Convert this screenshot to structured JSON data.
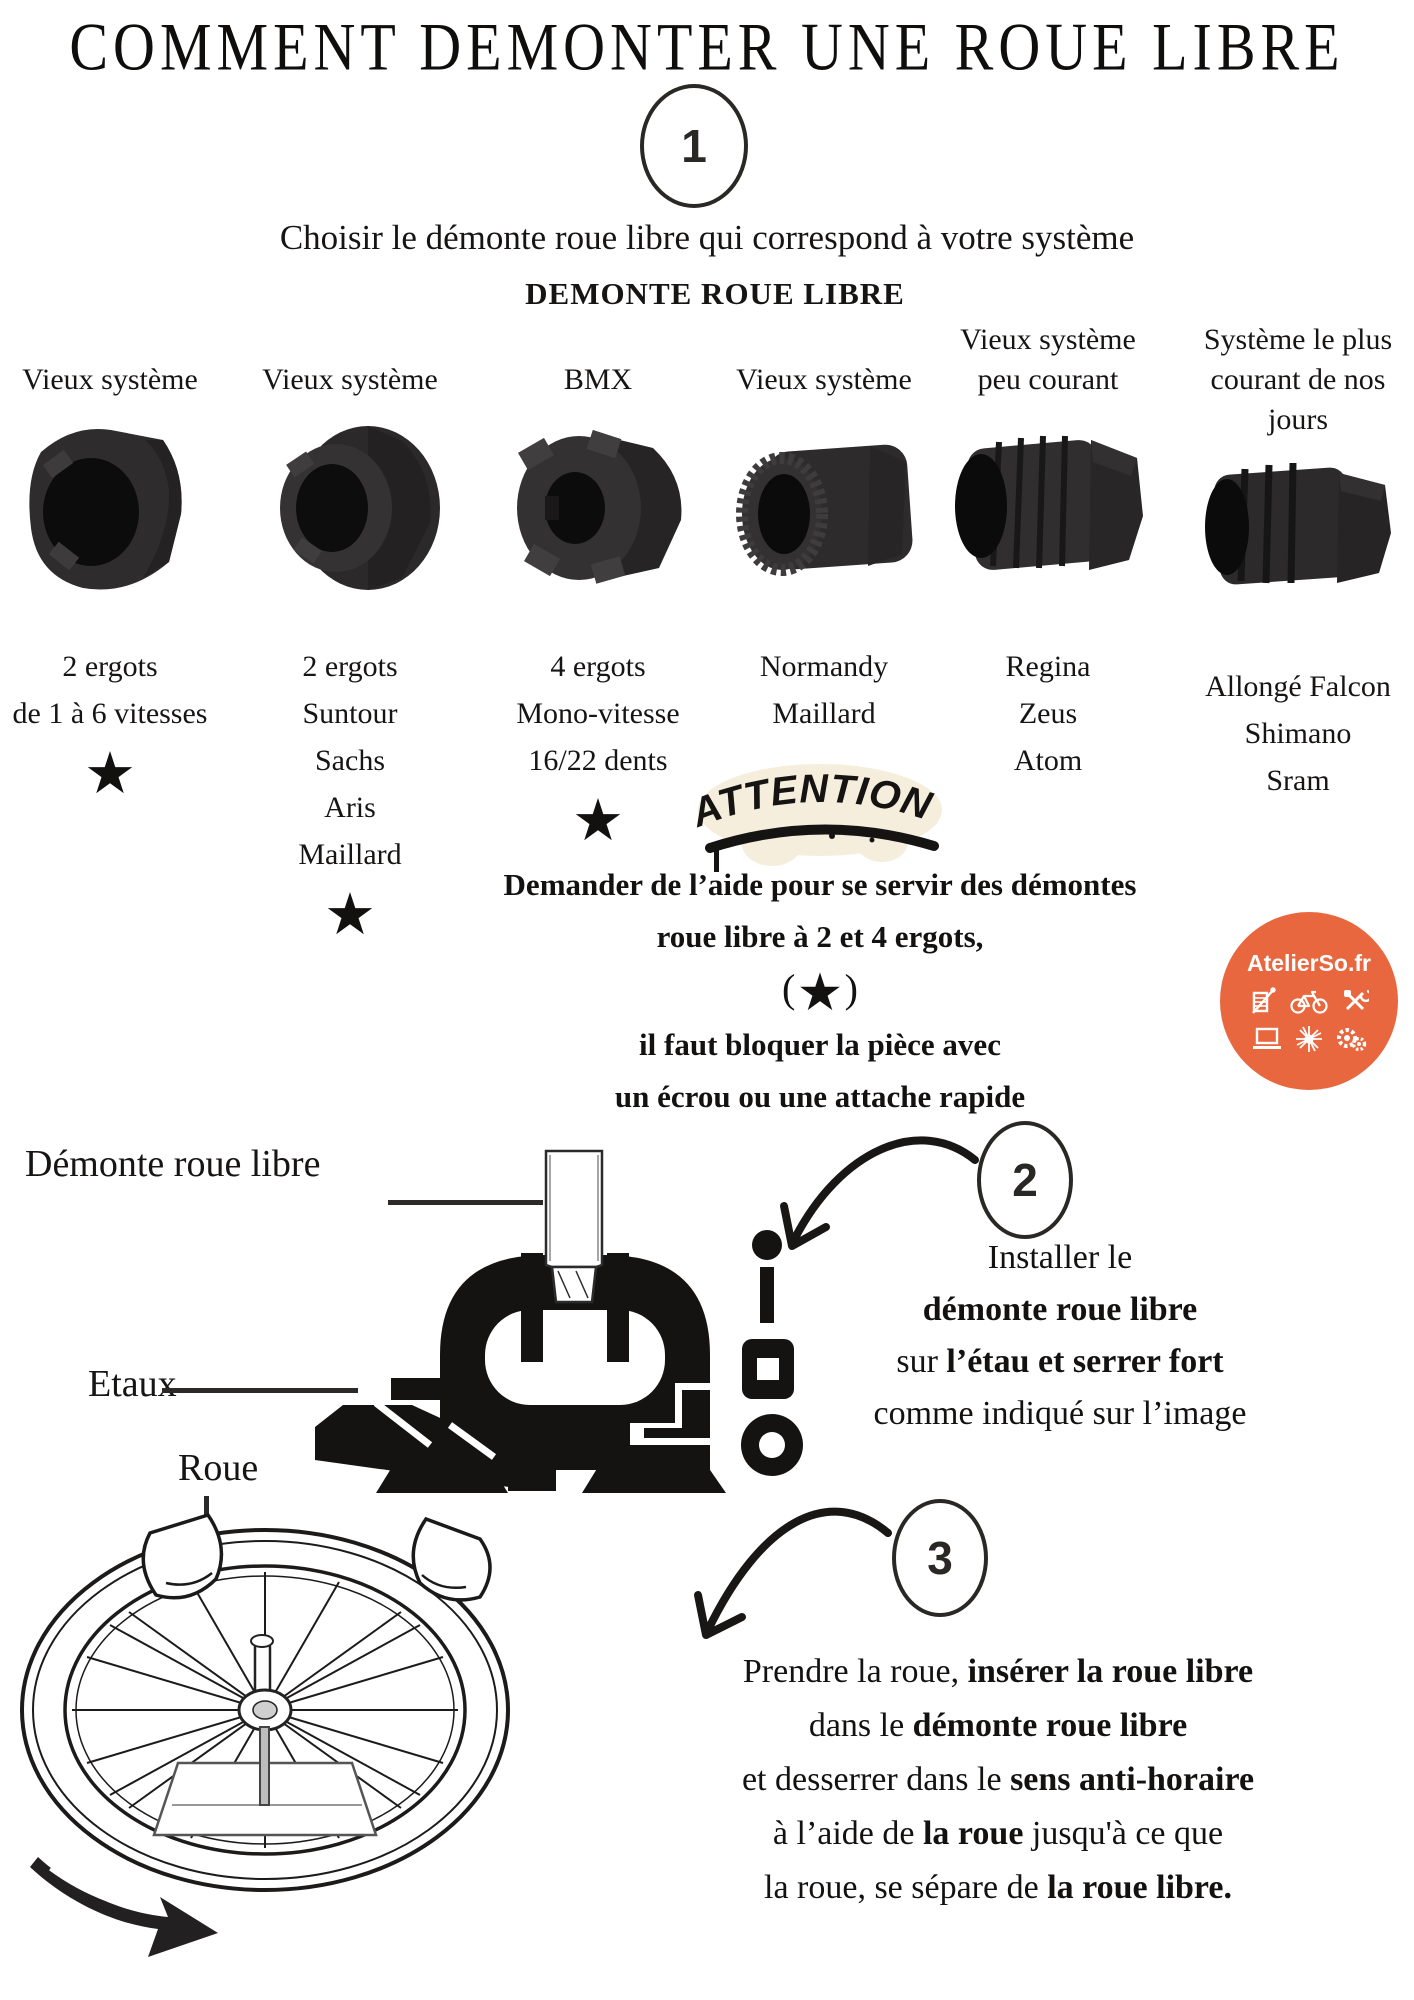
{
  "page": {
    "title": "COMMENT DEMONTER UNE ROUE LIBRE",
    "star_glyph": "★",
    "ink_color": "#171514",
    "accent_color": "#e8673f"
  },
  "step1": {
    "number": "1",
    "instruction": "Choisir le démonte roue libre qui correspond  à votre système",
    "section_heading": "DEMONTE ROUE  LIBRE",
    "tools": [
      {
        "header": [
          "Vieux système"
        ],
        "names": [
          "2 ergots",
          "de 1 à 6 vitesses"
        ],
        "caution_star": true
      },
      {
        "header": [
          "Vieux système"
        ],
        "names": [
          "2 ergots",
          "Suntour",
          "Sachs",
          "Aris",
          "Maillard"
        ],
        "caution_star": true
      },
      {
        "header": [
          "BMX"
        ],
        "names": [
          "4 ergots",
          "Mono-vitesse",
          "16/22 dents"
        ],
        "caution_star": true
      },
      {
        "header": [
          "Vieux système"
        ],
        "names": [
          "Normandy",
          "Maillard"
        ],
        "caution_star": false
      },
      {
        "header": [
          "Vieux système",
          "peu courant"
        ],
        "names": [
          "Regina",
          "Zeus",
          "Atom"
        ],
        "caution_star": false
      },
      {
        "header": [
          "Système le plus",
          "courant de nos",
          "jours"
        ],
        "names": [
          "Allongé Falcon",
          "Shimano",
          "Sram"
        ],
        "caution_star": false
      }
    ]
  },
  "attention": {
    "graffiti": "ATTENTION",
    "line1": "Demander de l’aide pour se servir des démontes",
    "line2": "roue libre à 2 et 4 ergots,",
    "star_open": "(",
    "star_close": ")",
    "line4": "il faut bloquer la pièce avec",
    "line5": "un écrou ou une attache rapide"
  },
  "logo": {
    "name": "AtelierSo.fr",
    "icons": [
      "spool-icon",
      "bicycle-icon",
      "tools-icon",
      "laptop-icon",
      "sparkle-icon",
      "gears-icon"
    ]
  },
  "step2": {
    "number": "2",
    "label_tool": "Démonte roue libre",
    "label_vise": "Etaux",
    "label_wheel": "Roue",
    "lines": [
      [
        {
          "t": "Installer le",
          "b": false
        }
      ],
      [
        {
          "t": "démonte roue libre",
          "b": true
        }
      ],
      [
        {
          "t": "sur ",
          "b": false
        },
        {
          "t": "l’étau et serrer fort",
          "b": true
        }
      ],
      [
        {
          "t": "comme indiqué sur l’image",
          "b": false
        }
      ]
    ]
  },
  "step3": {
    "number": "3",
    "lines": [
      [
        {
          "t": "Prendre la roue, ",
          "b": false
        },
        {
          "t": "insérer la roue libre",
          "b": true
        }
      ],
      [
        {
          "t": "dans le ",
          "b": false
        },
        {
          "t": "démonte roue libre",
          "b": true
        }
      ],
      [
        {
          "t": "et desserrer dans le  ",
          "b": false
        },
        {
          "t": "sens anti-horaire",
          "b": true
        }
      ],
      [
        {
          "t": "à l’aide de ",
          "b": false
        },
        {
          "t": "la roue",
          "b": true
        },
        {
          "t": "  jusqu'à ce que",
          "b": false
        }
      ],
      [
        {
          "t": "la roue, se  sépare de ",
          "b": false
        },
        {
          "t": "la roue libre.",
          "b": true
        }
      ]
    ]
  }
}
